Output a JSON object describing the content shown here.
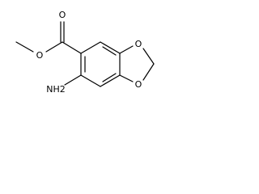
{
  "molecule": {
    "atoms": {
      "carbonyl_oxygen": "O",
      "ester_oxygen": "O",
      "ring_oxygen_top": "O",
      "ring_oxygen_bottom": "O",
      "amino_group": "NH2"
    }
  }
}
